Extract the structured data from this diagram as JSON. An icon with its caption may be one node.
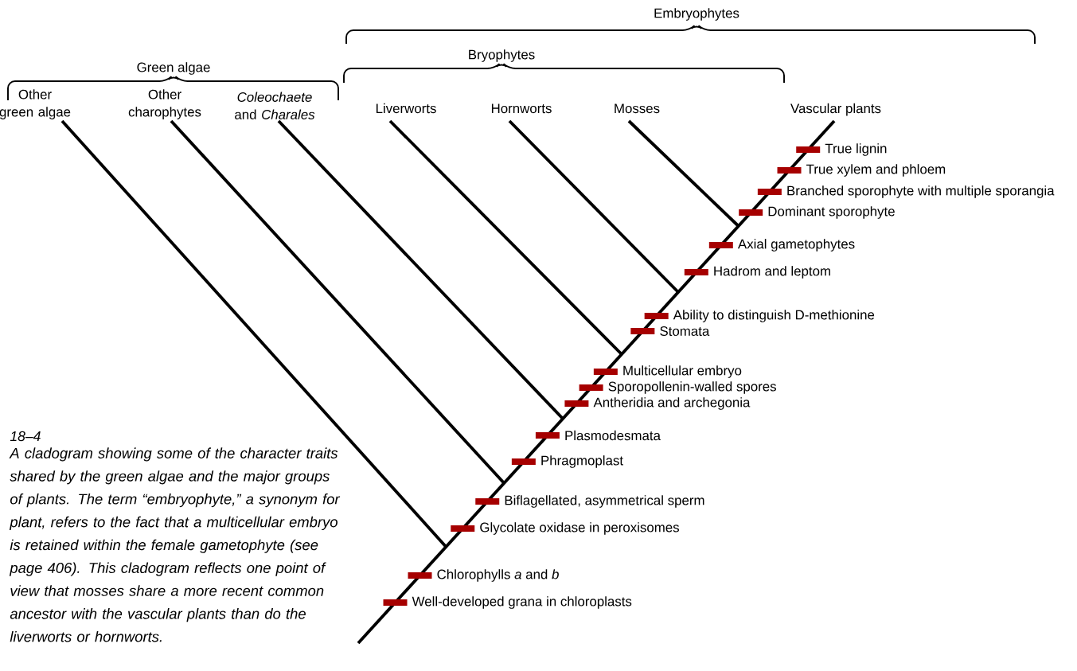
{
  "diagram": {
    "caption": "A cladogram showing some of the character traits shared by the green algae and the major groups of plants. The term “embryophyte,” a synonym for plant, refers to the fact that a multicellular embryo is retained within the female gametophyte (see page 406). This cladogram reflects one point of view that mosses share a more recent common ancestor with the vascular plants than do the liverworts or hornworts.",
    "labels": [
      "Embryophytes",
      "Green algae",
      "Bryophytes",
      "Other green algae",
      "Other charophytes",
      "*Coleochaete* and *Charales*",
      "Liverworts",
      "Hornworts",
      "Mosses",
      "Vascular plants",
      "True lignin",
      "True xylem and phloem",
      "Branched sporophyte with multiple sporangia",
      "Dominant sporophyte",
      "Axial gametophytes",
      "Hadrom and leptom",
      "Ability to distinguish D-methionine",
      "Stomata",
      "Multicellular embryo",
      "Sporopollenin-walled spores",
      "Antheridia and archegonia",
      "Plasmodesmata",
      "Phragmoplast",
      "Biflagellated, asymmetrical sperm",
      "Glycolate oxidase in peroxisomes",
      "Chlorophylls *a* and *b*",
      "Well-developed grana in chloroplasts",
      "18–4"
    ]
  }
}
